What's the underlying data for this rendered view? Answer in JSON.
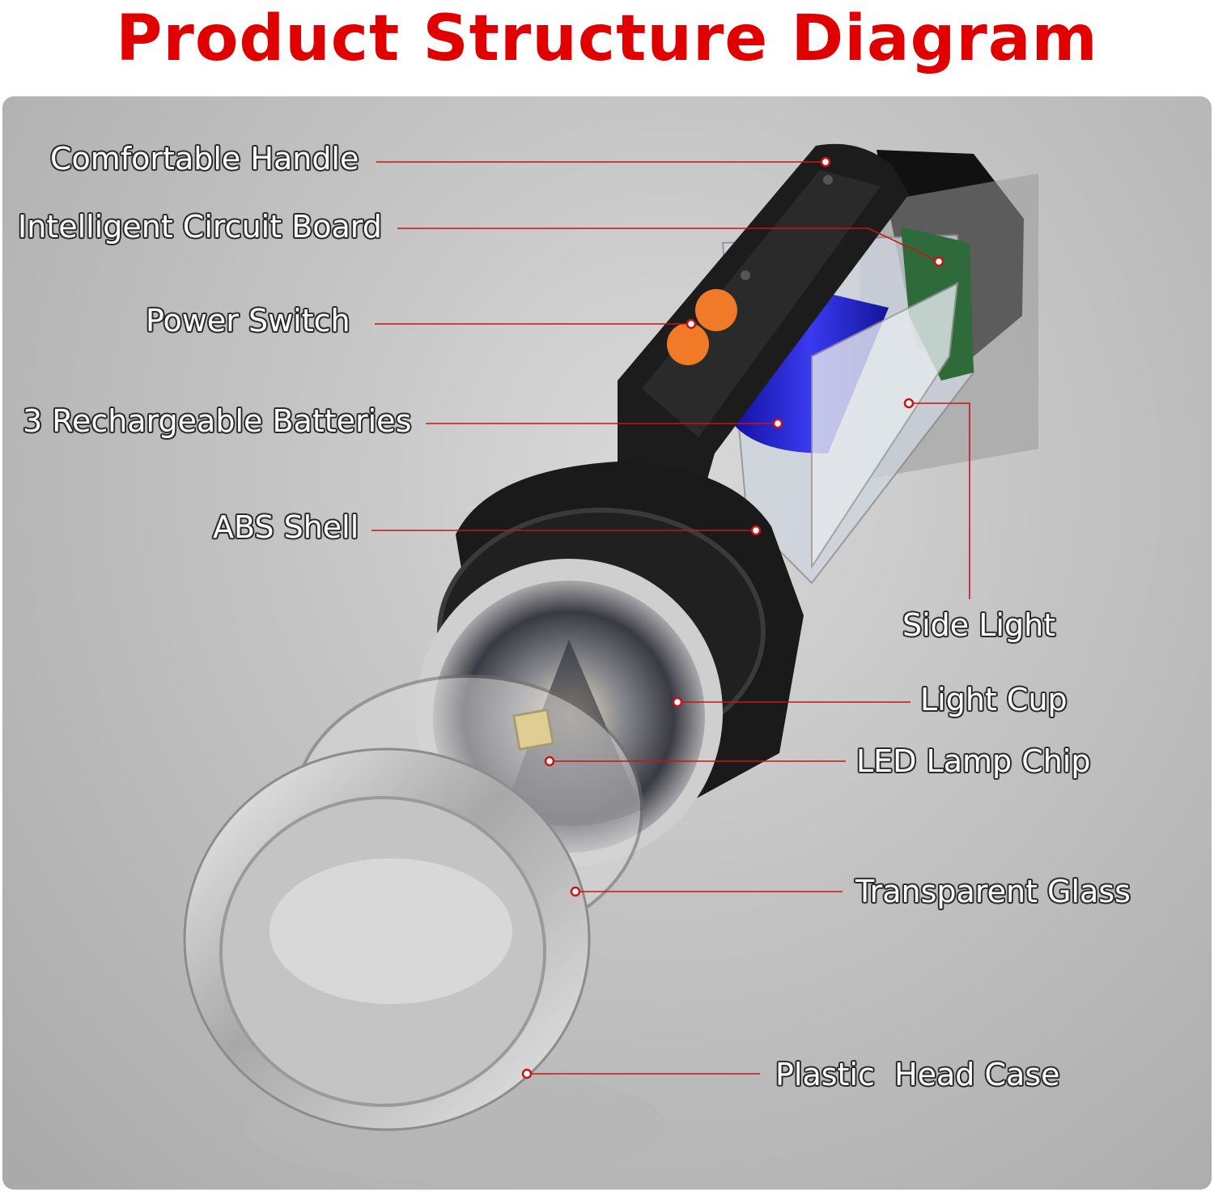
{
  "title": "Product Structure Diagram",
  "colors": {
    "title": "#e00000",
    "leader_line": "#c81414",
    "button": "#f07a28",
    "battery": "#2222cc",
    "circuit_board": "#2f6b3a",
    "body": "#1c1c1c"
  },
  "labels": {
    "comfortable_handle": "Comfortable Handle",
    "circuit_board": "Intelligent Circuit Board",
    "power_switch": "Power Switch",
    "batteries": "3 Rechargeable Batteries",
    "abs_shell": "ABS Shell",
    "side_light": "Side Light",
    "light_cup": "Light Cup",
    "led_chip": "LED Lamp Chip",
    "transparent_glass": "Transparent Glass",
    "head_case": "Plastic  Head Case"
  }
}
